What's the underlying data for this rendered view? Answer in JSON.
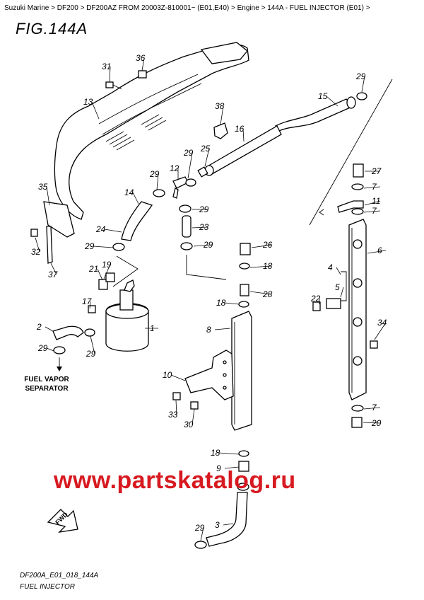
{
  "breadcrumb": {
    "items": [
      "Suzuki Marine",
      "DF200",
      "DF200AZ FROM 20003Z-810001~ (E01,E40)",
      "Engine",
      "144A - FUEL INJECTOR (E01)"
    ],
    "separator": ">"
  },
  "figure": {
    "title": "FIG.144A",
    "fuel_vapor_line1": "FUEL VAPOR",
    "fuel_vapor_line2": "SEPARATOR",
    "fwd_label": "FWD",
    "code": "DF200A_E01_018_144A",
    "caption": "FUEL INJECTOR"
  },
  "watermark": {
    "text": "www.partskatalog.ru",
    "color": "#d71920"
  },
  "part_labels": [
    "1",
    "2",
    "3",
    "4",
    "5",
    "6",
    "7",
    "7",
    "7",
    "8",
    "9",
    "10",
    "11",
    "12",
    "13",
    "14",
    "15",
    "16",
    "17",
    "18",
    "18",
    "18",
    "19",
    "20",
    "21",
    "22",
    "23",
    "24",
    "25",
    "26",
    "27",
    "28",
    "29",
    "29",
    "29",
    "29",
    "29",
    "29",
    "29",
    "29",
    "29",
    "30",
    "31",
    "32",
    "33",
    "34",
    "35",
    "36",
    "37",
    "38"
  ]
}
